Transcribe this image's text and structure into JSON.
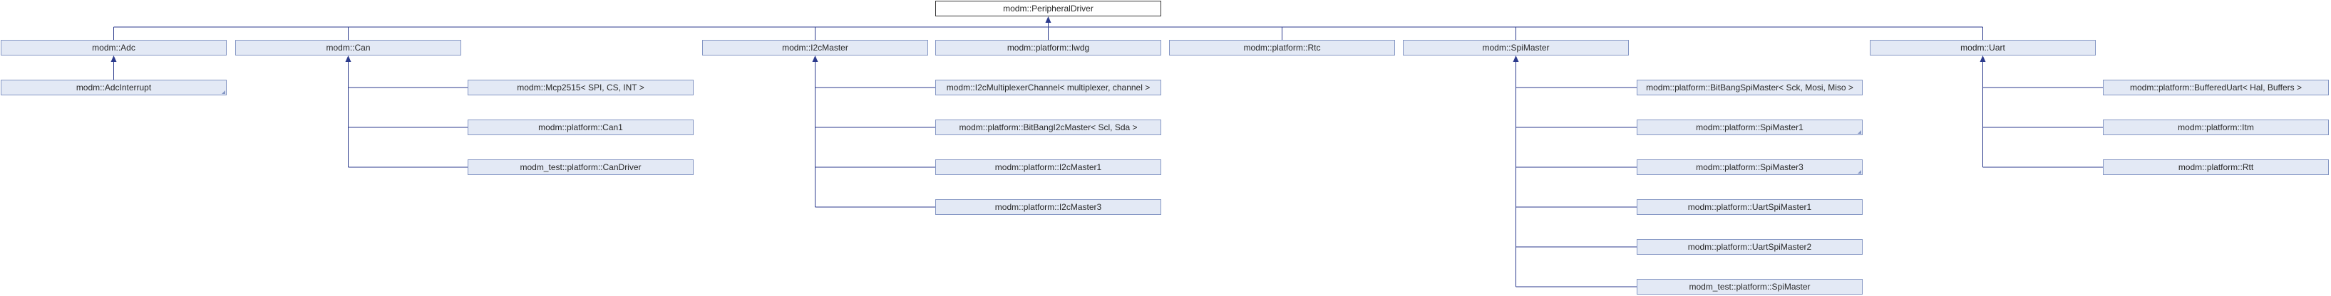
{
  "root": {
    "id": "peripheral-driver",
    "label": "modm::PeripheralDriver"
  },
  "nodes": [
    {
      "id": "adc",
      "label": "modm::Adc"
    },
    {
      "id": "can",
      "label": "modm::Can"
    },
    {
      "id": "i2c-master",
      "label": "modm::I2cMaster"
    },
    {
      "id": "iwdg",
      "label": "modm::platform::Iwdg"
    },
    {
      "id": "rtc",
      "label": "modm::platform::Rtc"
    },
    {
      "id": "spi-master",
      "label": "modm::SpiMaster"
    },
    {
      "id": "uart",
      "label": "modm::Uart"
    },
    {
      "id": "adc-interrupt",
      "label": "modm::AdcInterrupt",
      "fold": true
    },
    {
      "id": "mcp2515",
      "label": "modm::Mcp2515< SPI, CS, INT >"
    },
    {
      "id": "can1",
      "label": "modm::platform::Can1"
    },
    {
      "id": "can-driver",
      "label": "modm_test::platform::CanDriver"
    },
    {
      "id": "i2c-multiplexer-channel",
      "label": "modm::I2cMultiplexerChannel< multiplexer, channel >"
    },
    {
      "id": "bitbang-i2c-master",
      "label": "modm::platform::BitBangI2cMaster< Scl, Sda >"
    },
    {
      "id": "i2c-master1",
      "label": "modm::platform::I2cMaster1"
    },
    {
      "id": "i2c-master3",
      "label": "modm::platform::I2cMaster3"
    },
    {
      "id": "bitbang-spi-master",
      "label": "modm::platform::BitBangSpiMaster< Sck, Mosi, Miso >"
    },
    {
      "id": "spi-master1",
      "label": "modm::platform::SpiMaster1",
      "fold": true
    },
    {
      "id": "spi-master3",
      "label": "modm::platform::SpiMaster3",
      "fold": true
    },
    {
      "id": "uart-spi-master1",
      "label": "modm::platform::UartSpiMaster1"
    },
    {
      "id": "uart-spi-master2",
      "label": "modm::platform::UartSpiMaster2"
    },
    {
      "id": "test-spi-master",
      "label": "modm_test::platform::SpiMaster"
    },
    {
      "id": "buffered-uart",
      "label": "modm::platform::BufferedUart< Hal, Buffers >"
    },
    {
      "id": "itm",
      "label": "modm::platform::Itm"
    },
    {
      "id": "rtt",
      "label": "modm::platform::Rtt"
    }
  ],
  "edges": [
    {
      "from": "adc",
      "to": "peripheral-driver"
    },
    {
      "from": "can",
      "to": "peripheral-driver"
    },
    {
      "from": "i2c-master",
      "to": "peripheral-driver"
    },
    {
      "from": "iwdg",
      "to": "peripheral-driver"
    },
    {
      "from": "rtc",
      "to": "peripheral-driver"
    },
    {
      "from": "spi-master",
      "to": "peripheral-driver"
    },
    {
      "from": "uart",
      "to": "peripheral-driver"
    },
    {
      "from": "adc-interrupt",
      "to": "adc"
    },
    {
      "from": "mcp2515",
      "to": "can"
    },
    {
      "from": "can1",
      "to": "can"
    },
    {
      "from": "can-driver",
      "to": "can"
    },
    {
      "from": "i2c-multiplexer-channel",
      "to": "i2c-master"
    },
    {
      "from": "bitbang-i2c-master",
      "to": "i2c-master"
    },
    {
      "from": "i2c-master1",
      "to": "i2c-master"
    },
    {
      "from": "i2c-master3",
      "to": "i2c-master"
    },
    {
      "from": "bitbang-spi-master",
      "to": "spi-master"
    },
    {
      "from": "spi-master1",
      "to": "spi-master"
    },
    {
      "from": "spi-master3",
      "to": "spi-master"
    },
    {
      "from": "uart-spi-master1",
      "to": "spi-master"
    },
    {
      "from": "uart-spi-master2",
      "to": "spi-master"
    },
    {
      "from": "test-spi-master",
      "to": "spi-master"
    },
    {
      "from": "buffered-uart",
      "to": "uart"
    },
    {
      "from": "itm",
      "to": "uart"
    },
    {
      "from": "rtt",
      "to": "uart"
    }
  ],
  "colors": {
    "edge": "#2b3a8c",
    "node_fill": "#e3e9f5",
    "node_border": "#8496c4",
    "root_border": "#333333"
  }
}
